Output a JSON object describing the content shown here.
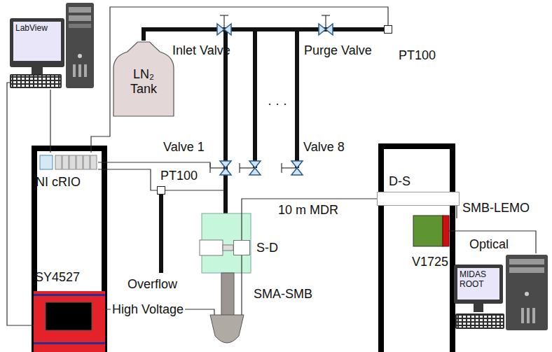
{
  "diagram": {
    "nodes": [
      {
        "text": [
          "LabView"
        ]
      },
      {
        "text": [
          "LN₂ Tank"
        ]
      },
      {
        "text": [
          "PT100"
        ]
      },
      {
        "text": [
          "NI cRIO"
        ]
      },
      {
        "text": [
          "PT100"
        ]
      },
      {
        "text": [
          "S-D"
        ]
      },
      {
        "text": [
          "D-S"
        ]
      },
      {
        "text": [
          "V1725"
        ]
      },
      {
        "text": [
          "SY4527"
        ]
      },
      {
        "text": [
          "MIDAS ROOT"
        ]
      }
    ],
    "edges": [
      {
        "from": 0,
        "to": 3,
        "arrow": "none"
      },
      {
        "from": 0,
        "to": 8,
        "arrow": "none"
      },
      {
        "from": 3,
        "to": 2,
        "arrow": "none"
      },
      {
        "from": 3,
        "to": 4,
        "arrow": "none"
      },
      {
        "from": 5,
        "to": 6,
        "label": "10 m MDR",
        "arrow": "none"
      },
      {
        "from": 7,
        "to": 9,
        "label": "Optical",
        "arrow": "none"
      },
      {
        "from": 1,
        "to": 2,
        "arrow": "none"
      }
    ],
    "labels": [
      "Inlet Valve",
      "Purge Valve",
      "· · ·",
      "Valve 1",
      "Valve 8",
      "Overflow",
      "SMA-SMB",
      "High Voltage",
      "SMB-LEMO"
    ]
  }
}
